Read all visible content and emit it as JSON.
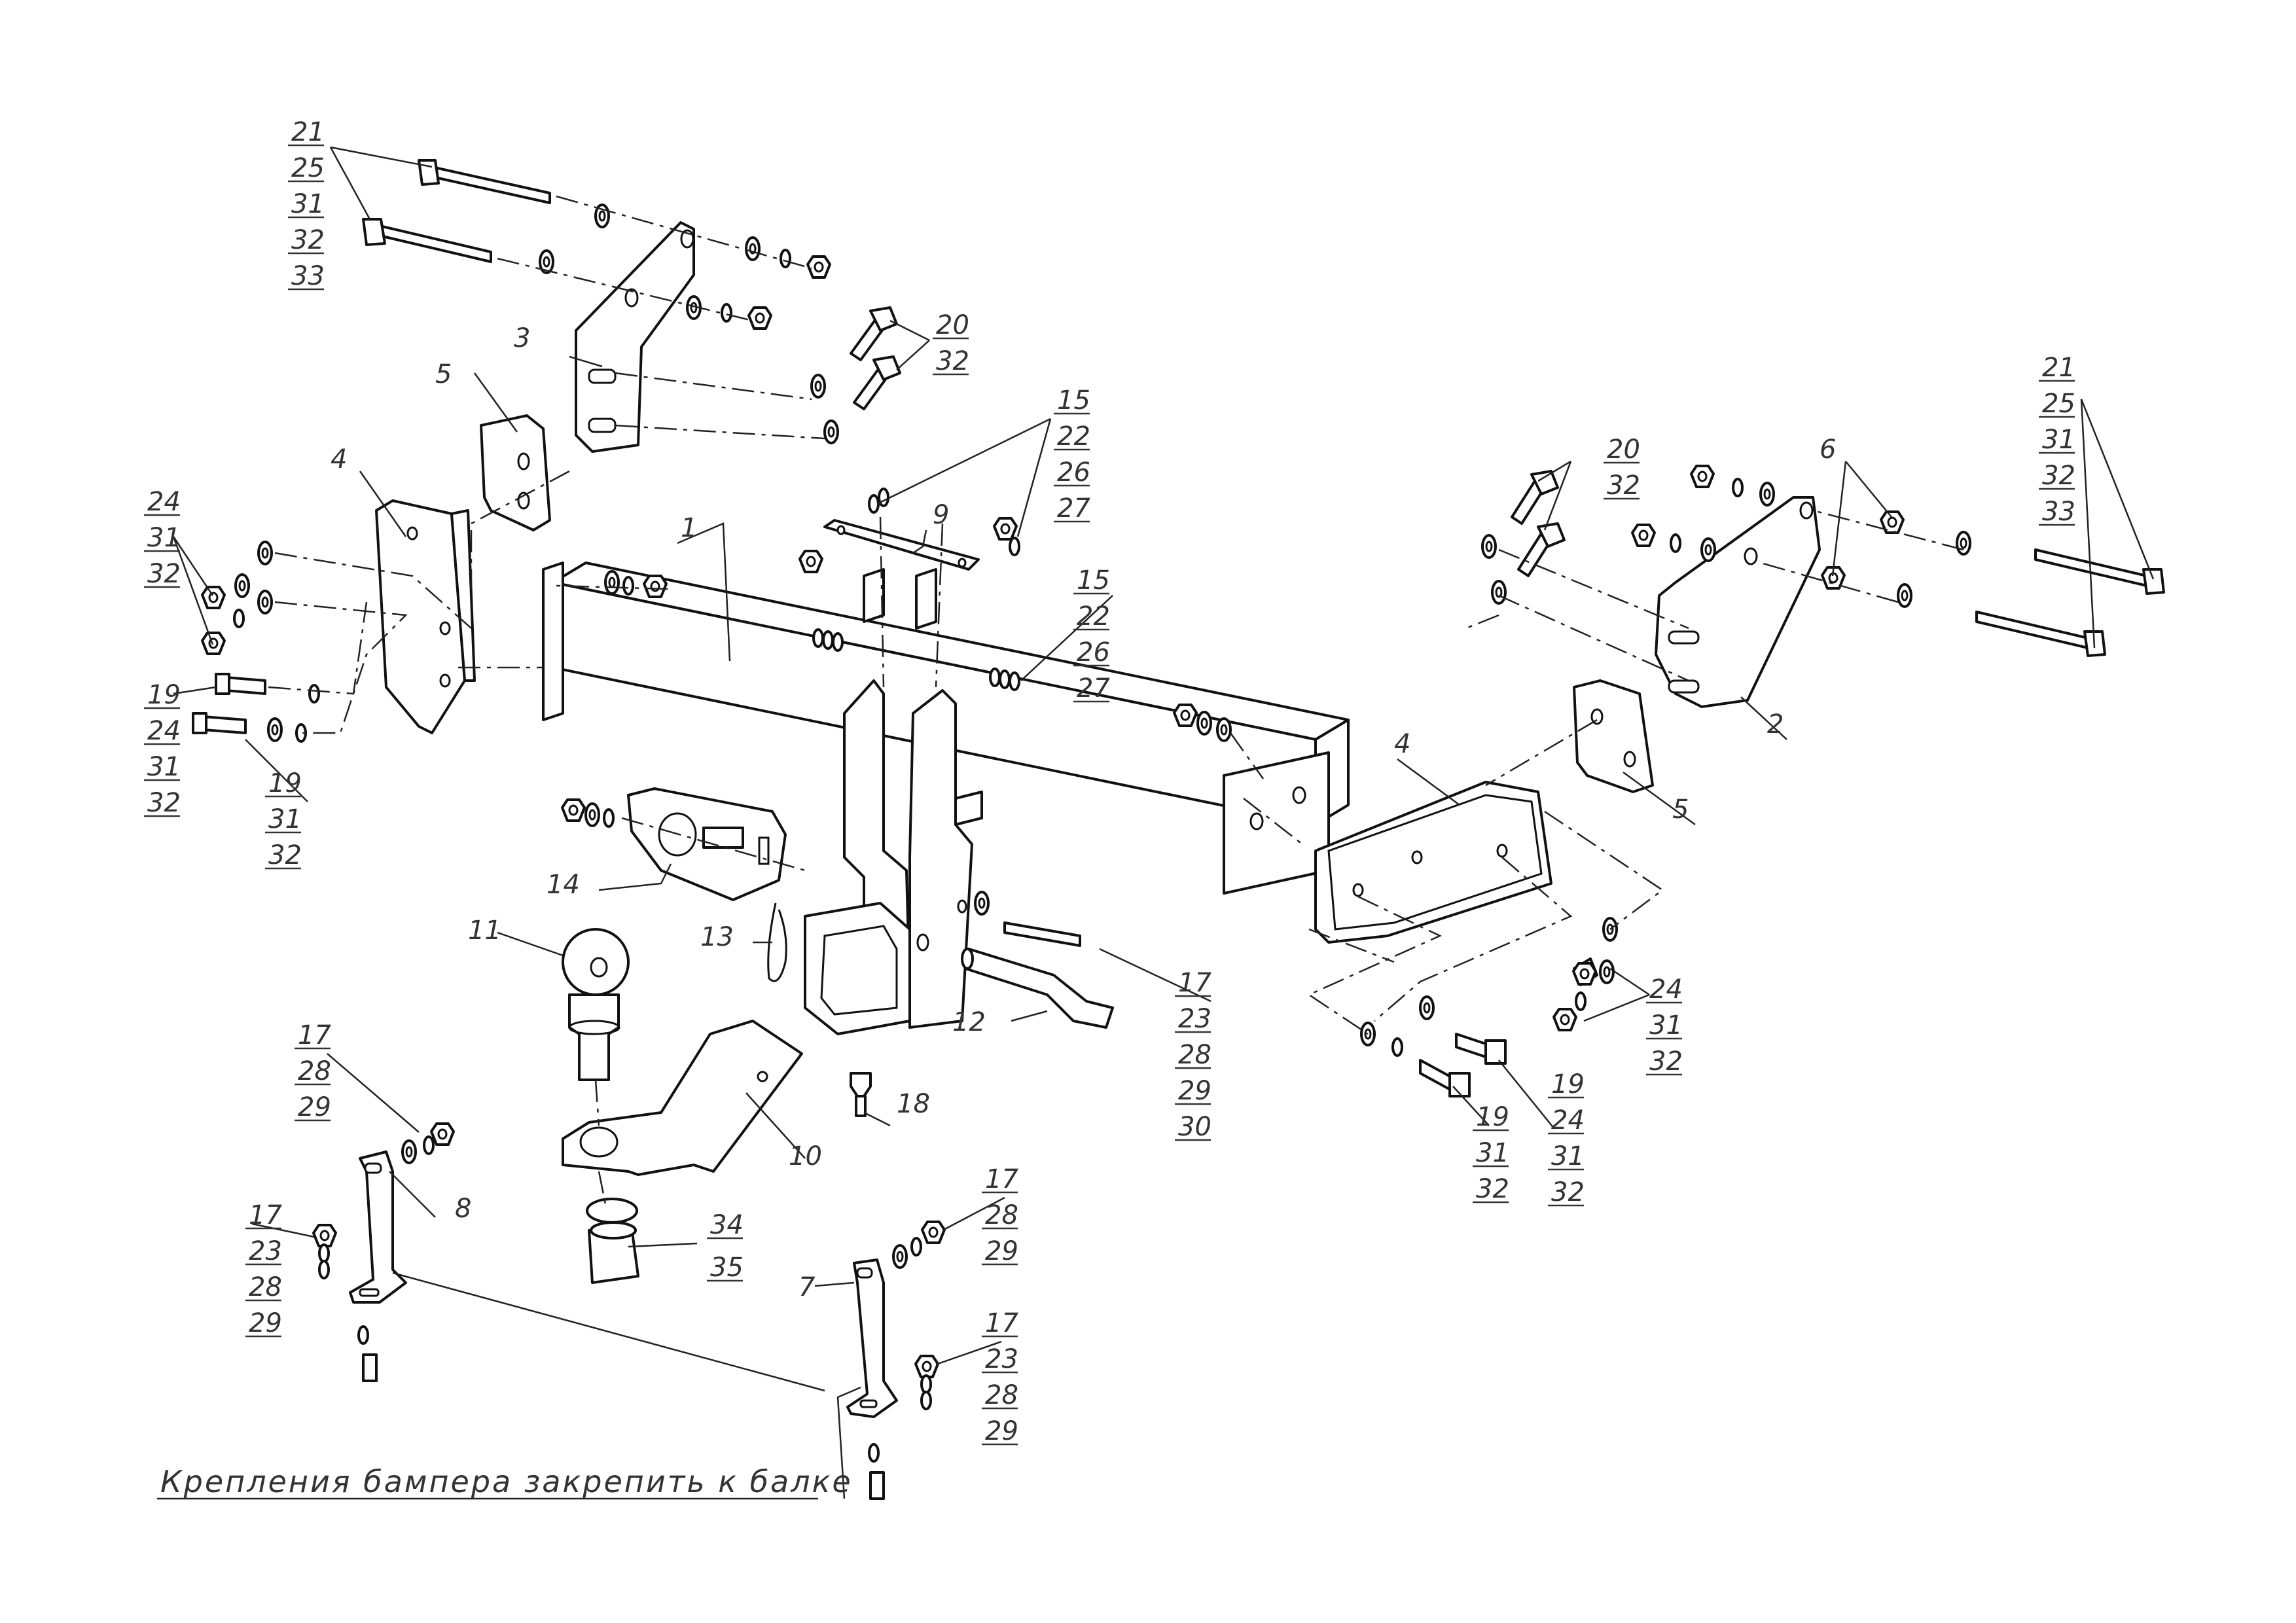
{
  "callouts": {
    "top_left_bolts": [
      "21",
      "25",
      "31",
      "32",
      "33"
    ],
    "p3": "3",
    "p5_left": "5",
    "p4_left": "4",
    "left_nuts": [
      "24",
      "31",
      "32"
    ],
    "left_bolt_a": [
      "19",
      "24",
      "31",
      "32"
    ],
    "left_bolt_b": [
      "19",
      "31",
      "32"
    ],
    "p20_left": [
      "20",
      "32"
    ],
    "p1": "1",
    "p9": "9",
    "p15_top": [
      "15",
      "22",
      "26",
      "27"
    ],
    "p15_mid": [
      "15",
      "22",
      "26",
      "27"
    ],
    "p14": "14",
    "p13": "13",
    "p11": "11",
    "p12": "12",
    "p17_pin": [
      "17",
      "23",
      "28",
      "29",
      "30"
    ],
    "p18": "18",
    "p10": "10",
    "p34": [
      "34",
      "35"
    ],
    "p8": "8",
    "p8_bolt": [
      "17",
      "28",
      "29"
    ],
    "p8_nut": [
      "17",
      "23",
      "28",
      "29"
    ],
    "p7": "7",
    "p7_bolt": [
      "17",
      "28",
      "29"
    ],
    "p7_nut": [
      "17",
      "23",
      "28",
      "29"
    ],
    "p20_right": [
      "20",
      "32"
    ],
    "p6": "6",
    "top_right_bolts": [
      "21",
      "25",
      "31",
      "32",
      "33"
    ],
    "p2": "2",
    "p4_right": "4",
    "p5_right": "5",
    "right_nuts": [
      "24",
      "31",
      "32"
    ],
    "right_bolt_a": [
      "19",
      "31",
      "32"
    ],
    "right_bolt_b": [
      "19",
      "24",
      "31",
      "32"
    ]
  },
  "note": "Крепления бампера закрепить к балке"
}
